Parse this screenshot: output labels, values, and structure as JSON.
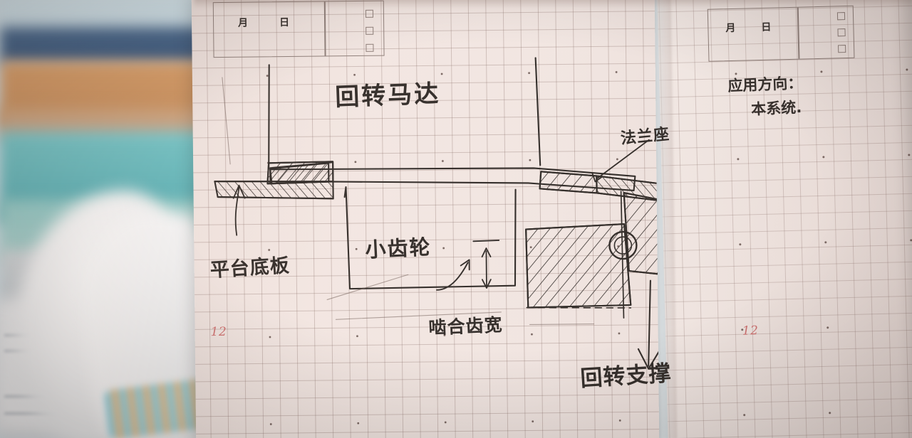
{
  "scene": {
    "description": "Photo of an open grid notebook with a hand-drawn mechanical cross-section sketch",
    "background": "blurred bed with blue, tan and teal blankets and white cloth"
  },
  "left_page": {
    "header": {
      "month_label": "月",
      "day_label": "日",
      "checkbox_count": 3
    },
    "page_number": "12",
    "annotations": [
      {
        "id": "motor",
        "text": "回转马达",
        "meaning": "rotary motor"
      },
      {
        "id": "flange",
        "text": "法兰座",
        "meaning": "flange seat"
      },
      {
        "id": "baseplate",
        "text": "平台底板",
        "meaning": "platform base plate"
      },
      {
        "id": "pinion",
        "text": "小齿轮",
        "meaning": "pinion gear"
      },
      {
        "id": "toothwidth",
        "text": "啮合齿宽",
        "meaning": "meshing tooth width"
      },
      {
        "id": "slewing",
        "text": "回转支撑",
        "meaning": "slewing support bearing"
      }
    ]
  },
  "right_page": {
    "header": {
      "month_label": "月",
      "day_label": "日",
      "checkbox_count": 3
    },
    "page_number": "12",
    "notes": [
      {
        "id": "note-line-1",
        "text": "应用方向："
      },
      {
        "id": "note-line-2",
        "text": "本系统."
      }
    ]
  },
  "colors": {
    "ink": "#2a2522",
    "page_number": "#cc6b6b",
    "grid_line": "#785c56",
    "paper": "#efe3df"
  }
}
